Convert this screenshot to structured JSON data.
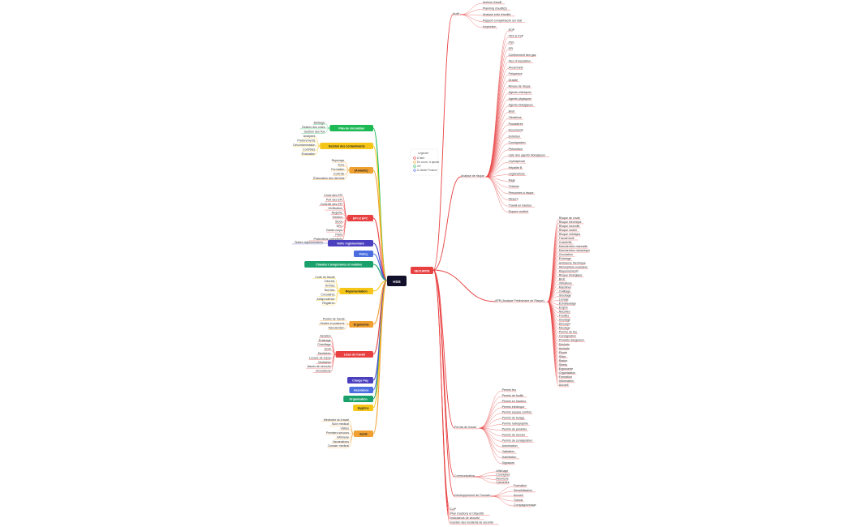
{
  "root": {
    "label": "HSS"
  },
  "right": {
    "label": "SECURITE",
    "audit": {
      "label": "Audit",
      "items": [
        "Actions d'audit",
        "Planning d'audit(s)",
        "Analyse suivi d'audits",
        "Rapport complet/acné sur état",
        "Inspection"
      ]
    },
    "analyse": {
      "label": "Analyse de risque",
      "items": [
        "EOP",
        "FDS & FSP",
        "FSS",
        "EPI",
        "Confinement des gaz",
        "Taux d'exposition",
        "Ancienneté",
        "Fréquence",
        "Gravité",
        "Niveau de risque",
        "Agents chimiques",
        "Agents physiques",
        "Agents biologiques",
        "Bruit",
        "Vibrations",
        "Poussières",
        "Documents",
        "Entretien",
        "Consignation",
        "Prévention",
        "Liste des agents biologiques",
        "Leptospirose",
        "Hépatite B",
        "Légionellose",
        "Rage",
        "Tétanos",
        "Personnes à risque",
        "Mesure",
        "Travail en hauteur",
        "Espace confiné"
      ]
    },
    "apr": {
      "label": "APR (Analyse Préliminaire de Risque)",
      "items": [
        "Risque de chute",
        "Risque électrique",
        "Risque incendie",
        "Risque routier",
        "Risque chimique",
        "Travail isolé",
        "Coactivité",
        "Manutention manuelle",
        "Manutention mécanique",
        "Circulation",
        "Éclairage",
        "Ambiance thermique",
        "Atmosphère explosive",
        "Rayonnements",
        "Risque biologique",
        "Bruit",
        "Vibrations",
        "Machines",
        "Outillage",
        "Stockage",
        "Levage",
        "Échafaudage",
        "Engins",
        "Nacelles",
        "Fouilles",
        "Soudage",
        "Découpe",
        "Meulage",
        "Permis de feu",
        "Consignation",
        "Produits dangereux",
        "Déchets",
        "Amiante",
        "Plomb",
        "Silice",
        "Radon",
        "Stress",
        "Ergonomie",
        "Organisation",
        "Formation",
        "Information",
        "Accueil"
      ]
    },
    "permis": {
      "label": "Permis de travail",
      "items": [
        "Permis feu",
        "Permis de fouille",
        "Permis en hauteur",
        "Permis électrique",
        "Permis espace confiné",
        "Permis de levage",
        "Permis radiographie",
        "Permis de pénétrer",
        "Permis de circuler",
        "Permis de consignation",
        "Autorisation",
        "Validation",
        "Habilitation",
        "Signature"
      ]
    },
    "comm": {
      "label": "Communication",
      "items": [
        "Affichage",
        "Consignes",
        "Réunions",
        "Causeries"
      ]
    },
    "dev": {
      "label": "Développement de l'humain",
      "items": [
        "Formation",
        "Sensibilisation",
        "Accueil",
        "Tutorat",
        "Compagnonnage"
      ]
    },
    "bottom": [
      "CoP",
      "Plan d'actions et Objectifs",
      "Indicateurs de sécurité",
      "Gestion des incidents de sécurité"
    ]
  },
  "left": [
    {
      "label": "Plan de circulation",
      "color": "#1db954",
      "items": [
        "Balisage",
        "Gestion des voies",
        "Gestion des flux"
      ]
    },
    {
      "label": "Gestion des contaminants",
      "color": "#f5c518",
      "items": [
        "Analyses",
        "Prélèvements",
        "Décontamination",
        "Contrôles",
        "Évaluation"
      ]
    },
    {
      "label": "[Amiante]",
      "color": "#f0a030",
      "items": [
        "Repérage",
        "Zone",
        "Formation",
        "Contrôle",
        "Évacuation des déchets"
      ]
    },
    {
      "label": "EPI et EPC",
      "color": "#e84040",
      "items": [
        "Choix des EPI",
        "Port des EPI",
        "Contrôle des EPI",
        "Vérification",
        "Registre",
        "Gestion",
        "Stock",
        "EPC",
        "Garde-corps",
        "Filets",
        "Protections collectives"
      ]
    },
    {
      "label": "Veille réglementaire",
      "color": "#4a3fbf",
      "items": [
        "Textes réglementaires"
      ]
    },
    {
      "label": "Policy",
      "color": "#4a6ee0",
      "items": []
    },
    {
      "label": "Chantiers temporaires et mobiles",
      "color": "#1aa06a",
      "items": []
    },
    {
      "label": "Réglementation",
      "color": "#f5c518",
      "items": [
        "Code du travail",
        "Décrets",
        "Arrêtés",
        "Normes",
        "Circulaires",
        "Jurisprudence",
        "Registres"
      ]
    },
    {
      "label": "Ergonomie",
      "color": "#f0a030",
      "items": [
        "Postes de travail",
        "Gestes et postures",
        "Manutention"
      ]
    },
    {
      "label": "Lieux de travail",
      "color": "#e84040",
      "items": [
        "Aération",
        "Éclairage",
        "Chauffage",
        "Bruit",
        "Sanitaires",
        "Locaux de repos",
        "Vestiaires",
        "Issues de secours",
        "Circulations"
      ]
    },
    {
      "label": "Charge Pay",
      "color": "#4a3fbf",
      "items": []
    },
    {
      "label": "Assurance",
      "color": "#4a6ee0",
      "items": []
    },
    {
      "label": "Organisation",
      "color": "#1aa06a",
      "items": []
    },
    {
      "label": "Hygiène",
      "color": "#f5c518",
      "items": []
    },
    {
      "label": "Santé",
      "color": "#f0a030",
      "items": [
        "Médecine du travail",
        "Suivi médical",
        "Visites",
        "Premiers secours",
        "Infirmerie",
        "Vaccinations",
        "Dossier médical"
      ]
    }
  ],
  "legend": {
    "title": "Légende",
    "items": [
      {
        "label": "À faire",
        "color": "#e84040"
      },
      {
        "label": "En cours / à ajuster",
        "color": "#f0a030"
      },
      {
        "label": "OK",
        "color": "#1db954"
      },
      {
        "label": "À valider Finance",
        "color": "#4a6ee0"
      }
    ]
  },
  "colors": {
    "right_branch": "#e84040",
    "root_bg": "#12102a",
    "right_node_bg": "#e84040"
  }
}
